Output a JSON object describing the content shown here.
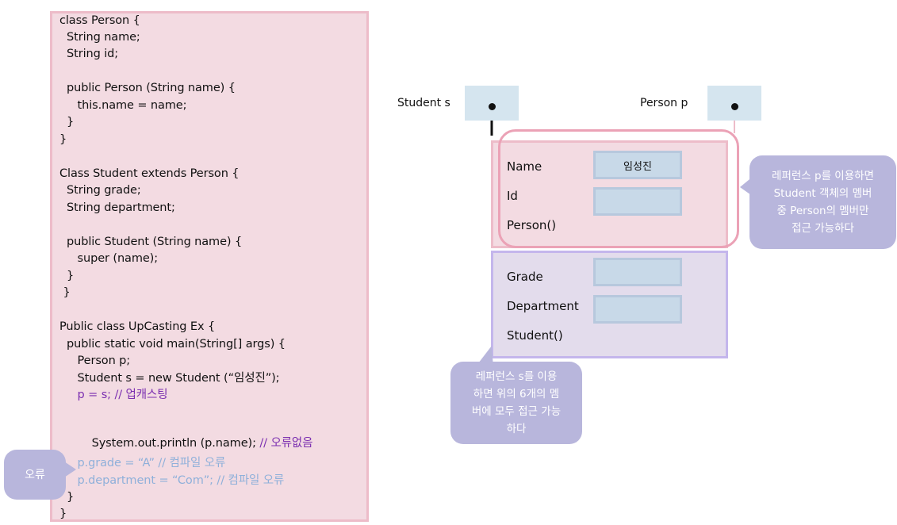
{
  "code": {
    "lines": [
      "class Person {",
      "  String name;",
      "  String id;",
      "",
      "  public Person (String name) {",
      "     this.name = name;",
      "  }",
      "}",
      "",
      "Class Student extends Person {",
      "  String grade;",
      "  String department;",
      "",
      "  public Student (String name) {",
      "     super (name);",
      "  }",
      " }",
      "",
      "Public class UpCasting Ex {",
      "  public static void main(String[] args) {",
      "     Person p;",
      "     Student s = new Student (“임성진”);",
      "     p = s; // 업캐스팅",
      "",
      "     System.out.println (p.name); ",
      "// 오류없음",
      "",
      "     p.grade = “A” // 컴파일 오류",
      "     p.department = “Com”; // 컴파일 오류",
      "  }",
      "}"
    ]
  },
  "error_bubble": {
    "text": "오류"
  },
  "diagram": {
    "student_ref_label": "Student s",
    "person_ref_label": "Person p",
    "person_part": {
      "fields": [
        "Name",
        "Id",
        "Person()"
      ],
      "name_value": "임성진",
      "id_value": ""
    },
    "student_part": {
      "fields": [
        "Grade",
        "Department",
        "Student()"
      ],
      "grade_value": "",
      "department_value": ""
    },
    "bubble_p": {
      "lines": [
        "레퍼런스 p를 이용하면",
        "Student 객체의 멤버",
        "중 Person의 멤버만",
        "접근 가능하다"
      ]
    },
    "bubble_s": {
      "lines": [
        "레퍼런스 s를 이용",
        "하면 위의 6개의 멤",
        "버에 모두 접근 가능",
        "하다"
      ]
    }
  },
  "colors": {
    "code_bg": "#f3dbe2",
    "code_border": "#edbcc9",
    "highlight_purple": "#7b2fb0",
    "faded_blue": "#8fb0da",
    "bubble": "#b8b6dc",
    "student_part_bg": "#e3dcec",
    "field_box": "#c8d9e8"
  }
}
